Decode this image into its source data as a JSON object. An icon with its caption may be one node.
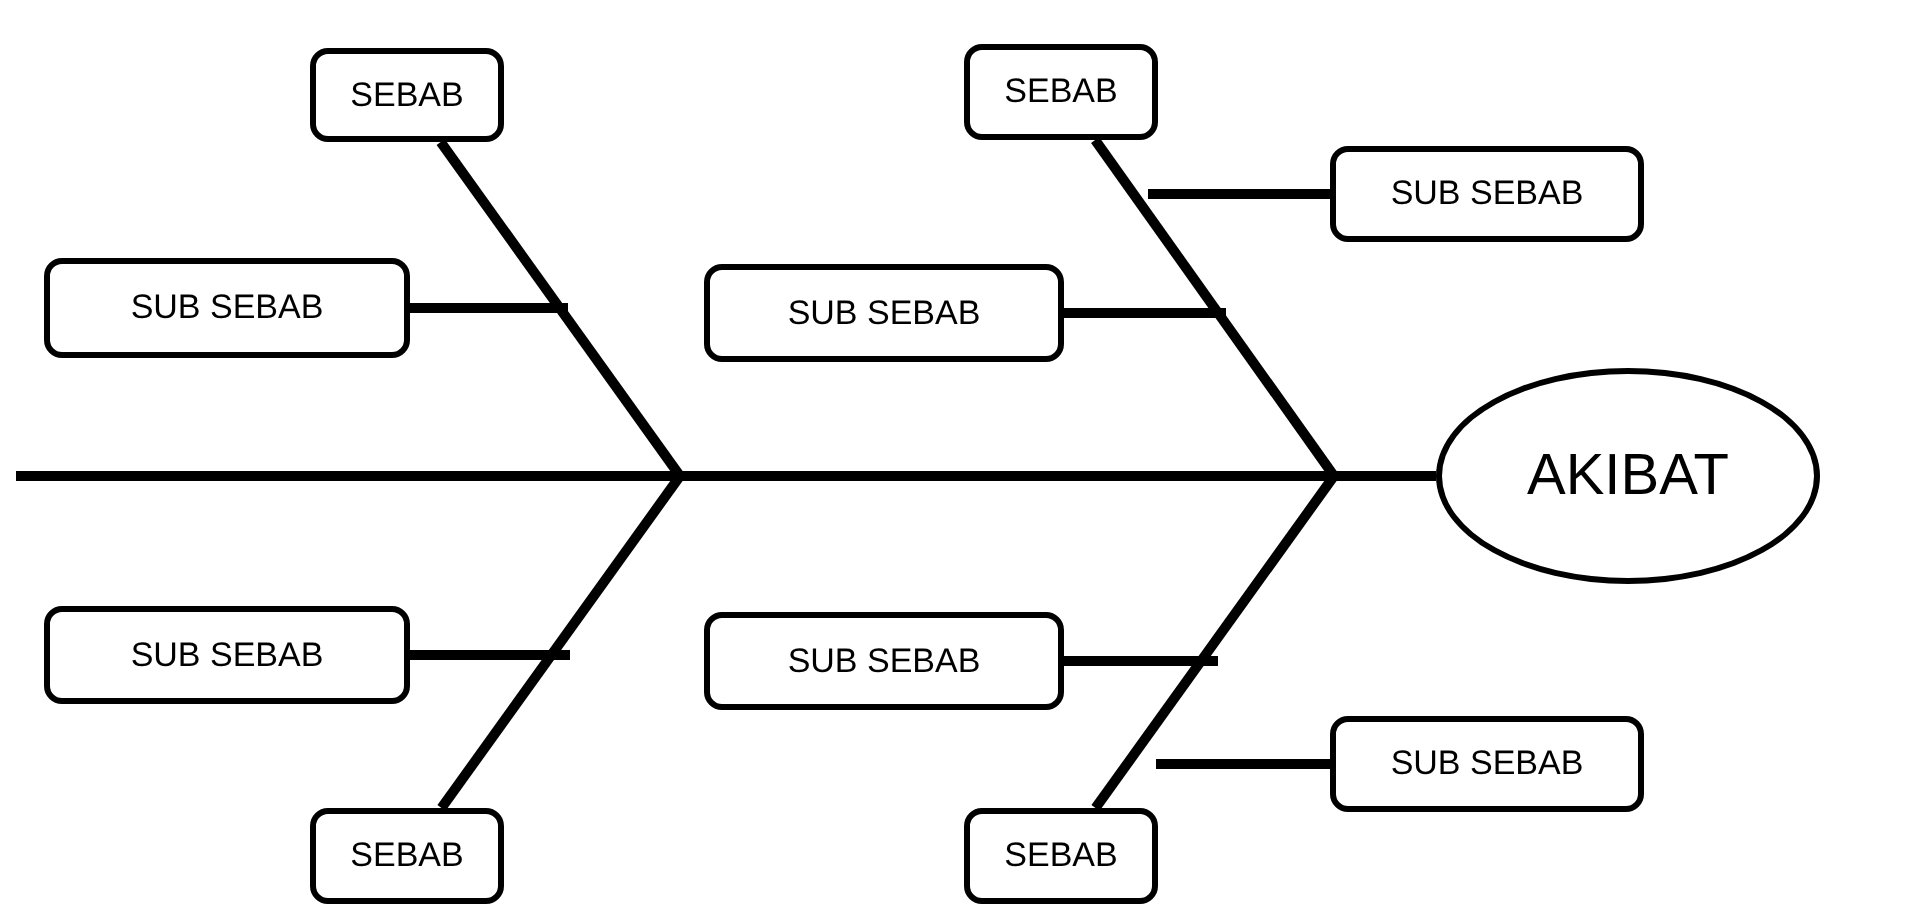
{
  "diagram": {
    "nodes": [
      {
        "text": [
          "SEBAB"
        ]
      },
      {
        "text": [
          "SEBAB"
        ]
      },
      {
        "text": [
          "SUB SEBAB"
        ]
      },
      {
        "text": [
          "SUB SEBAB"
        ]
      },
      {
        "text": [
          "SUB SEBAB"
        ]
      },
      {
        "text": [
          "AKIBAT"
        ]
      },
      {
        "text": [
          "SUB SEBAB"
        ]
      },
      {
        "text": [
          "SUB SEBAB"
        ]
      },
      {
        "text": [
          "SUB SEBAB"
        ]
      },
      {
        "text": [
          "SEBAB"
        ]
      },
      {
        "text": [
          "SEBAB"
        ]
      }
    ],
    "edges": [
      {
        "from": null,
        "to": 5,
        "arrow": "none"
      },
      {
        "from": 0,
        "to": null,
        "arrow": "none"
      },
      {
        "from": 9,
        "to": null,
        "arrow": "none"
      },
      {
        "from": 1,
        "to": null,
        "arrow": "none"
      },
      {
        "from": 10,
        "to": null,
        "arrow": "none"
      },
      {
        "from": 3,
        "to": null,
        "arrow": "none"
      },
      {
        "from": 6,
        "to": null,
        "arrow": "none"
      },
      {
        "from": 2,
        "to": null,
        "arrow": "none"
      },
      {
        "from": 4,
        "to": null,
        "arrow": "none"
      },
      {
        "from": 7,
        "to": null,
        "arrow": "none"
      },
      {
        "from": 8,
        "to": null,
        "arrow": "none"
      }
    ]
  }
}
